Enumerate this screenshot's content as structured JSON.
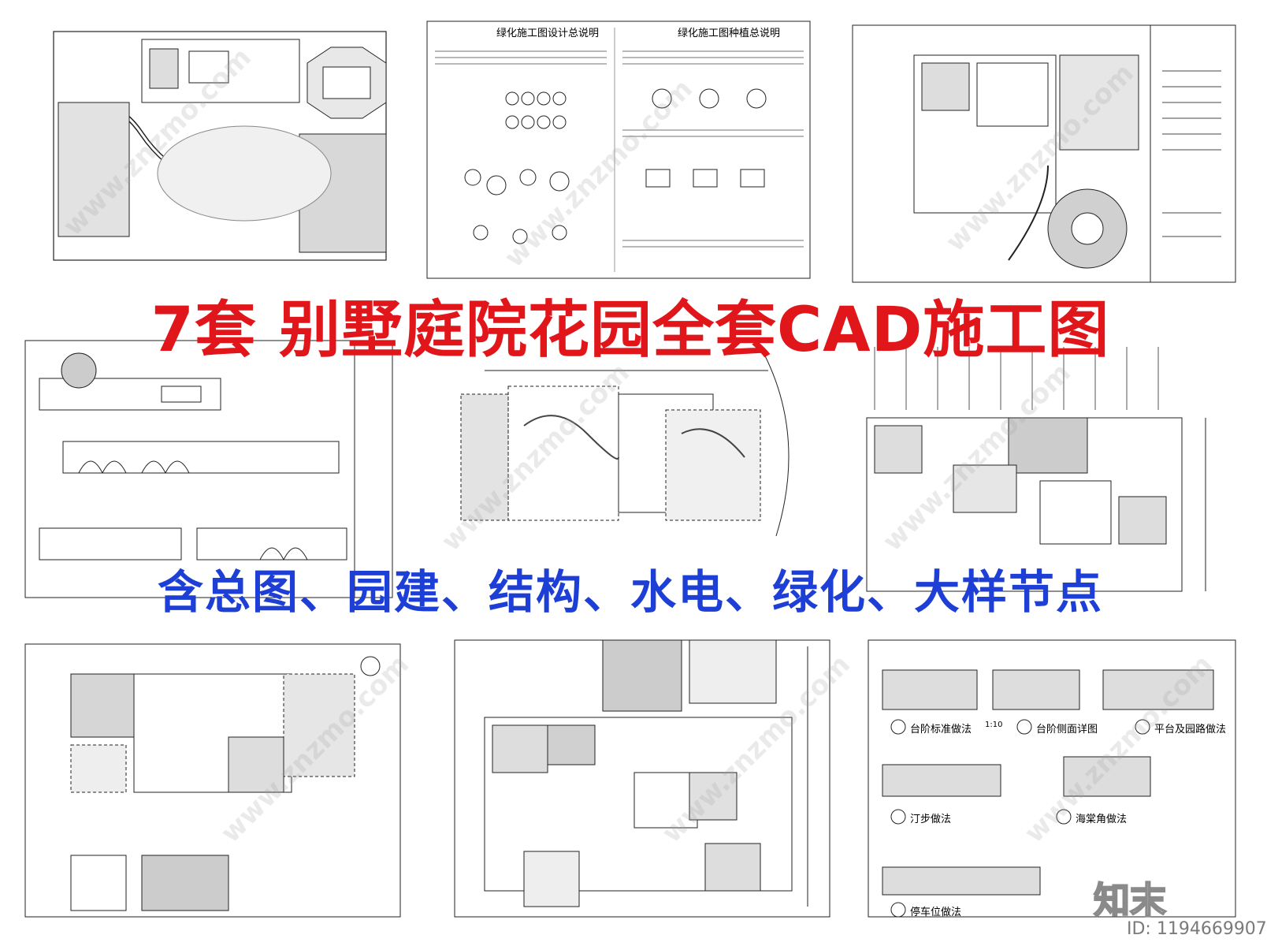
{
  "headline": {
    "main": "7套 别墅庭院花园全套CAD施工图",
    "sub": "含总图、园建、结构、水电、绿化、大样节点"
  },
  "panels": {
    "top_middle": {
      "title_left": "绿化施工图设计总说明",
      "title_right": "绿化施工图种植总说明"
    },
    "bottom_right": {
      "detail_1": "台阶标准做法",
      "detail_2": "台阶侧面详图",
      "detail_3": "平台及园路做法",
      "detail_4": "汀步做法",
      "detail_5": "海棠角做法",
      "detail_6": "停车位做法",
      "scale": "1:10"
    }
  },
  "watermark": {
    "text": "www.znzmo.com"
  },
  "brand": {
    "mark": "知末",
    "id_label": "ID: 1194669907"
  },
  "colors": {
    "headline_main": "#e0161b",
    "headline_sub": "#1d3fd6",
    "line": "#222222"
  }
}
